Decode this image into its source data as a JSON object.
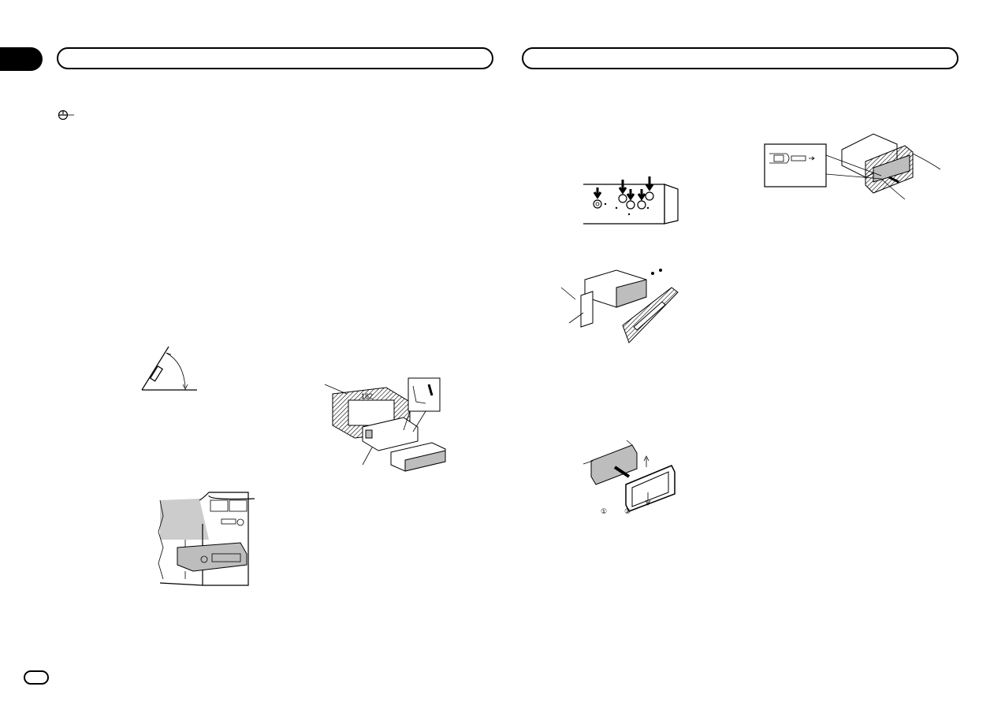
{
  "document": {
    "left_page": {
      "header_title": "",
      "section_tab": "",
      "important_icon": "important-icon",
      "page_number": ""
    },
    "right_page": {
      "header_title": ""
    },
    "figures": {
      "angle_figure": {
        "label": "installation-angle"
      },
      "sleeve_figure": {
        "dimension_label": "182"
      },
      "dashboard_figure": {
        "label": "dashboard-install"
      },
      "connector_figure": {
        "label": "screw-holes"
      },
      "bracket_figure": {
        "label": "factory-bracket"
      },
      "trim_ring_figure": {
        "callouts": [
          "①",
          "②"
        ]
      },
      "removal_figure": {
        "label": "extraction-keys"
      }
    }
  }
}
